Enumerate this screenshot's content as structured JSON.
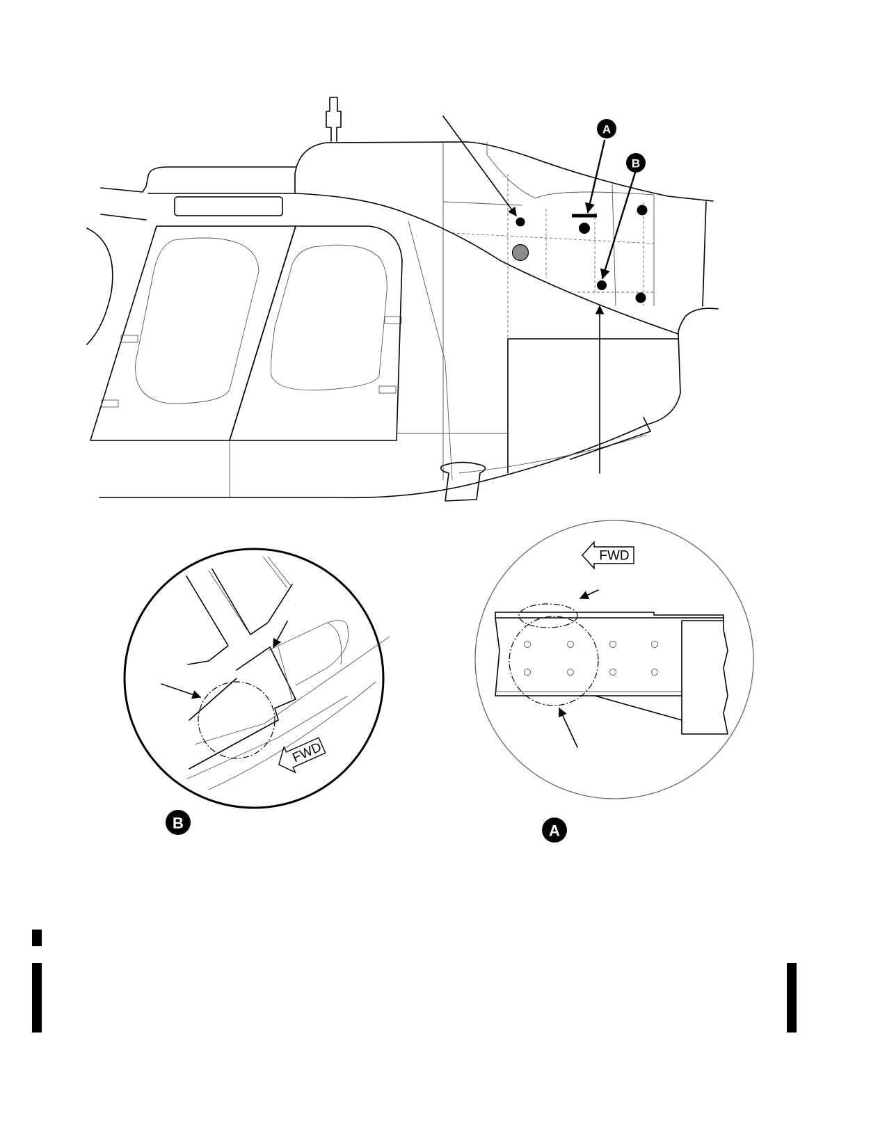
{
  "callouts": {
    "a": "A",
    "b": "B"
  },
  "details": {
    "a": {
      "label": "A",
      "fwd_label": "FWD"
    },
    "b": {
      "label": "B",
      "fwd_label": "FWD"
    }
  }
}
